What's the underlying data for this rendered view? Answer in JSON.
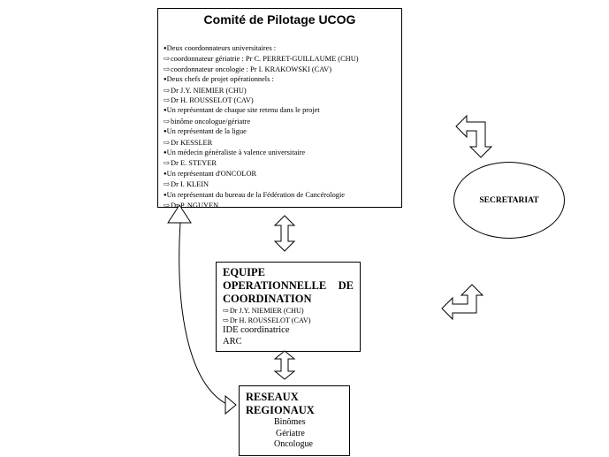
{
  "comite": {
    "title": "Comité de Pilotage UCOG",
    "lines": [
      {
        "type": "bullet",
        "text": "Deux coordonnateurs  universitaires :"
      },
      {
        "type": "arrow",
        "text": "coordonnateur  gériatrie  : Pr C. PERRET-GUILLAUME  (CHU)"
      },
      {
        "type": "arrow",
        "text": "coordonnateur  oncologie : Pr I. KRAKOWSKI  (CAV)"
      },
      {
        "type": "bullet",
        "text": "Deux chefs de projet  opérationnels  :"
      },
      {
        "type": "arrow",
        "text": "Dr J.Y. NIEMIER  (CHU)"
      },
      {
        "type": "arrow",
        "text": "Dr H. ROUSSELOT  (CAV)"
      },
      {
        "type": "bullet",
        "text": "Un représentant  de chaque site retenu  dans le projet"
      },
      {
        "type": "arrow",
        "text": "binôme oncologue/gériatre"
      },
      {
        "type": "bullet",
        "text": "Un représentant  de la ligue"
      },
      {
        "type": "arrow",
        "text": "Dr KESSLER"
      },
      {
        "type": "bullet",
        "text": "Un médecin  généraliste  à valence universitaire"
      },
      {
        "type": "arrow",
        "text": "Dr E. STEYER"
      },
      {
        "type": "bullet",
        "text": "Un représentant   d'ONCOLOR"
      },
      {
        "type": "arrow",
        "text": "Dr I. KLEIN"
      },
      {
        "type": "bullet",
        "text": "Un représentant  du bureau de la Fédération  de Cancérologie"
      },
      {
        "type": "arrow",
        "text": "Dr P. NGUYEN"
      }
    ]
  },
  "equipe": {
    "title_line1": "EQUIPE",
    "title_line2_a": "OPERATIONNELLE",
    "title_line2_b": "DE",
    "title_line3": "COORDINATION",
    "members": [
      "Dr J.Y. NIEMIER  (CHU)",
      "Dr H. ROUSSELOT  (CAV)"
    ],
    "roles": [
      "IDE coordinatrice",
      "ARC"
    ]
  },
  "reseaux": {
    "title_line1": "RESEAUX",
    "title_line2": "REGIONAUX",
    "items": [
      "Binômes",
      "Gériatre",
      "Oncologue"
    ]
  },
  "secretariat": {
    "label": "SECRETARIAT"
  },
  "colors": {
    "stroke": "#000000",
    "background": "#ffffff"
  }
}
